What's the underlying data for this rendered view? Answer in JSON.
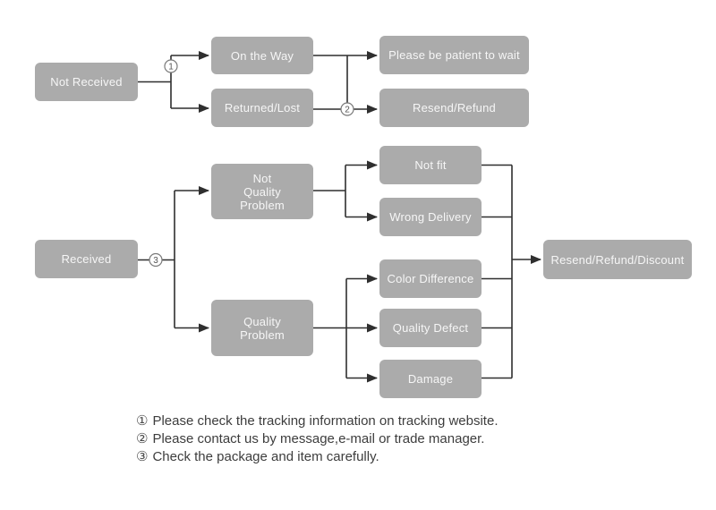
{
  "colors": {
    "box_fill": "#ababab",
    "box_text": "#f6f6f6",
    "line": "#2f2f2f",
    "junction_stroke": "#7a7a7a",
    "footnote_text": "#3d3d3d",
    "background": "#ffffff"
  },
  "flowchart": {
    "nodes": {
      "not_received": {
        "label": "Not Received"
      },
      "on_the_way": {
        "label": "On the Way"
      },
      "returned_lost": {
        "label": "Returned/Lost"
      },
      "please_wait": {
        "label": "Please be patient to wait"
      },
      "resend_refund": {
        "label": "Resend/Refund"
      },
      "not_quality_problem": {
        "label": "Not\nQuality\nProblem"
      },
      "received": {
        "label": "Received"
      },
      "quality_problem": {
        "label": "Quality\nProblem"
      },
      "not_fit": {
        "label": "Not fit"
      },
      "wrong_delivery": {
        "label": "Wrong Delivery"
      },
      "color_difference": {
        "label": "Color Difference"
      },
      "quality_defect": {
        "label": "Quality Defect"
      },
      "damage": {
        "label": "Damage"
      },
      "resend_refund_discount": {
        "label": "Resend/Refund/Discount"
      }
    },
    "junctions": [
      {
        "label": "1"
      },
      {
        "label": "2"
      },
      {
        "label": "3"
      }
    ]
  },
  "footnotes": [
    {
      "marker": "①",
      "text": "Please check the tracking information on tracking website."
    },
    {
      "marker": "②",
      "text": "Please contact us by message,e-mail or trade manager."
    },
    {
      "marker": "③",
      "text": "Check the package and item carefully."
    }
  ]
}
